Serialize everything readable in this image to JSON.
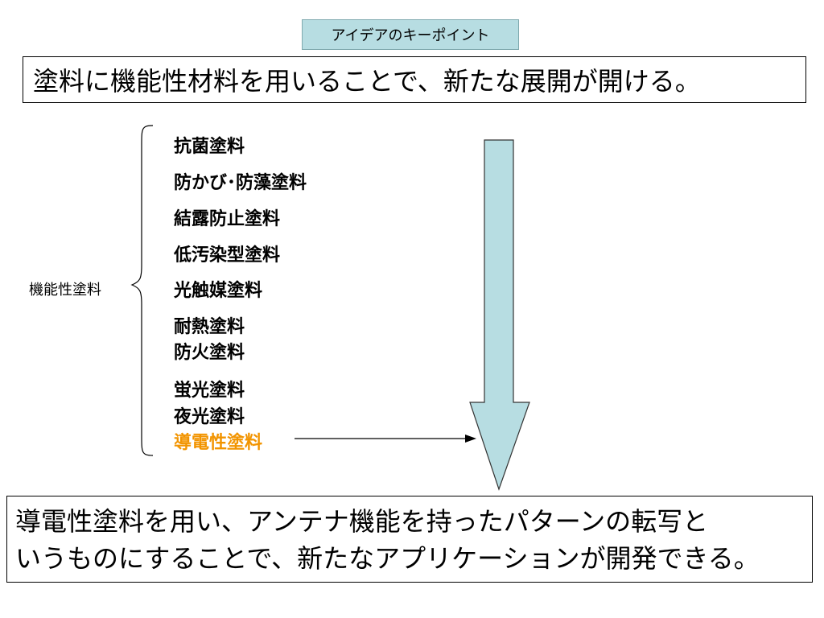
{
  "key_point_label": "アイデアのキーポイント",
  "headline": "塗料に機能性材料を用いることで、新たな展開が開ける。",
  "category_label": "機能性塗料",
  "items": [
    {
      "label": "抗菌塗料",
      "highlight": false
    },
    {
      "label": "防かび･防藻塗料",
      "highlight": false
    },
    {
      "label": "結露防止塗料",
      "highlight": false
    },
    {
      "label": "低汚染型塗料",
      "highlight": false
    },
    {
      "label": "光触媒塗料",
      "highlight": false
    },
    {
      "label": "耐熱塗料",
      "highlight": false
    },
    {
      "label": "防火塗料",
      "highlight": false
    },
    {
      "label": "蛍光塗料",
      "highlight": false
    },
    {
      "label": "夜光塗料",
      "highlight": false
    },
    {
      "label": "導電性塗料",
      "highlight": true
    }
  ],
  "result_lines": [
    "導電性塗料を用い、アンテナ機能を持ったパターンの転写と",
    "いうものにすることで、新たなアプリケーションが開発できる。"
  ],
  "colors": {
    "highlight": "#f29400",
    "arrow_fill": "#b7dde2",
    "key_label_bg": "#b7dde2"
  }
}
